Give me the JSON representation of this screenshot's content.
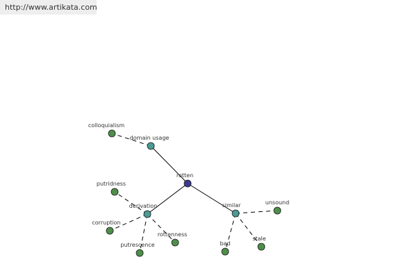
{
  "header": {
    "url": "http://www.artikata.com"
  },
  "graph": {
    "colors": {
      "root_fill": "#3b3b8e",
      "relation_fill": "#4b9b95",
      "leaf_fill": "#4e8f4a",
      "stroke": "#1a1a1a",
      "edge": "#000000"
    },
    "nodes": {
      "rotten": {
        "label": "rotten",
        "kind": "root"
      },
      "domain_usage": {
        "label": "domain usage",
        "kind": "relation"
      },
      "derivation": {
        "label": "derivation",
        "kind": "relation"
      },
      "similar": {
        "label": "similar",
        "kind": "relation"
      },
      "colloquialism": {
        "label": "colloquialism",
        "kind": "leaf"
      },
      "putridness": {
        "label": "putridness",
        "kind": "leaf"
      },
      "corruption": {
        "label": "corruption",
        "kind": "leaf"
      },
      "putrescence": {
        "label": "putrescence",
        "kind": "leaf"
      },
      "rottenness": {
        "label": "rottenness",
        "kind": "leaf"
      },
      "unsound": {
        "label": "unsound",
        "kind": "leaf"
      },
      "bad": {
        "label": "bad",
        "kind": "leaf"
      },
      "stale": {
        "label": "stale",
        "kind": "leaf"
      }
    },
    "edges": [
      {
        "from": "rotten",
        "to": "domain_usage",
        "style": "solid"
      },
      {
        "from": "rotten",
        "to": "derivation",
        "style": "solid"
      },
      {
        "from": "rotten",
        "to": "similar",
        "style": "solid"
      },
      {
        "from": "domain_usage",
        "to": "colloquialism",
        "style": "dashed"
      },
      {
        "from": "derivation",
        "to": "putridness",
        "style": "dashed"
      },
      {
        "from": "derivation",
        "to": "corruption",
        "style": "dashed"
      },
      {
        "from": "derivation",
        "to": "putrescence",
        "style": "dashed"
      },
      {
        "from": "derivation",
        "to": "rottenness",
        "style": "dashed"
      },
      {
        "from": "similar",
        "to": "unsound",
        "style": "dashed"
      },
      {
        "from": "similar",
        "to": "bad",
        "style": "dashed"
      },
      {
        "from": "similar",
        "to": "stale",
        "style": "dashed"
      }
    ]
  }
}
